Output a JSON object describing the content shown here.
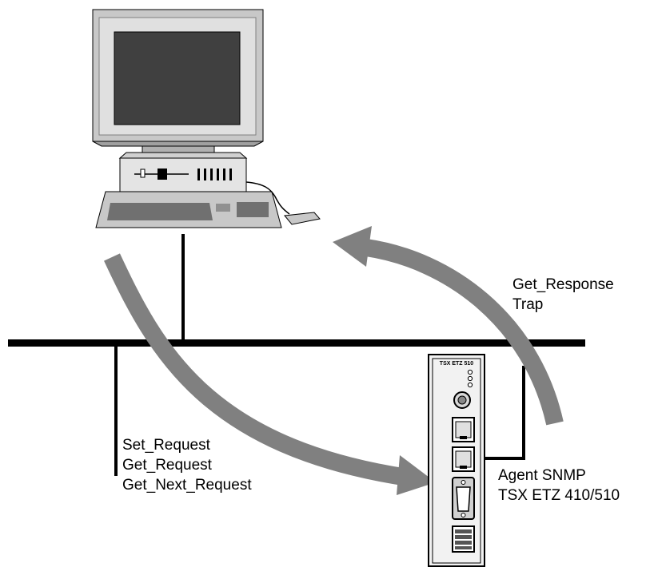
{
  "module": {
    "model_label": "TSX ETZ 510"
  },
  "response_messages": [
    "Get_Response",
    "Trap"
  ],
  "request_messages": [
    "Set_Request",
    "Get_Request",
    "Get_Next_Request"
  ],
  "agent": {
    "line1": "Agent SNMP",
    "line2": "TSX ETZ 410/510"
  },
  "colors": {
    "arrow": "#808080",
    "network": "#000000",
    "monitor_frame": "#c0c0c0",
    "screen": "#404040"
  }
}
